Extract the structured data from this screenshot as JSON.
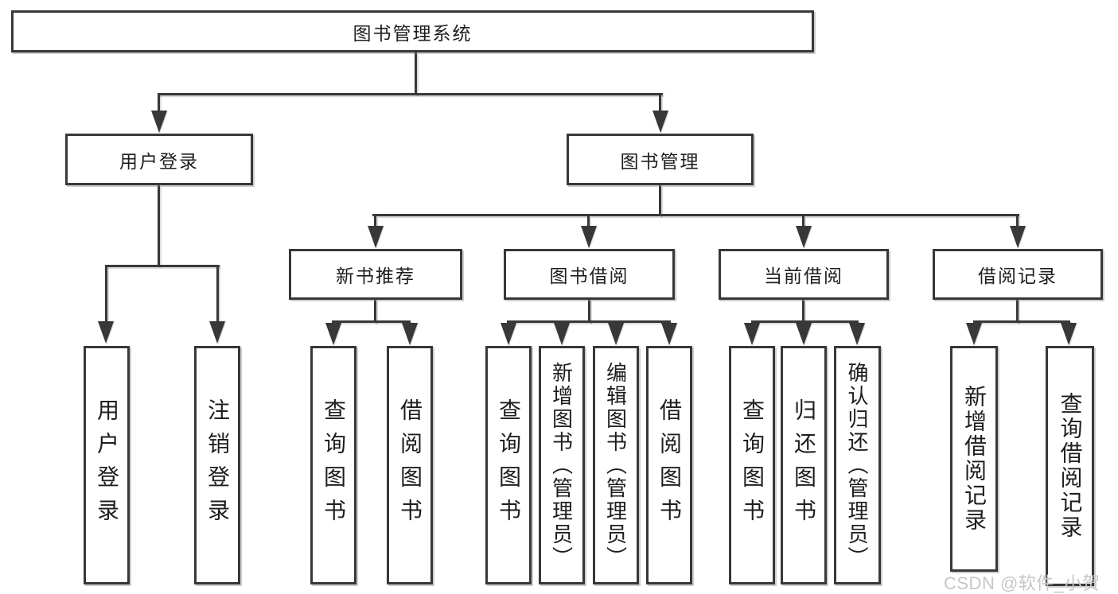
{
  "nodes": {
    "root": "图书管理系统",
    "level1": {
      "user_login": "用户登录",
      "book_mgmt": "图书管理"
    },
    "level2": {
      "new_books": "新书推荐",
      "book_borrow": "图书借阅",
      "current_borrow": "当前借阅",
      "borrow_records": "借阅记录"
    },
    "leaves": {
      "ul_login": "用户登录",
      "ul_logout": "注销登录",
      "nb_query": "查询图书",
      "nb_borrow": "借阅图书",
      "bb_query": "查询图书",
      "bb_add": "新增图书（管理员）",
      "bb_edit": "编辑图书（管理员）",
      "bb_borrow": "借阅图书",
      "cb_query": "查询图书",
      "cb_return": "归还图书",
      "cb_confirm": "确认归还（管理员）",
      "br_add": "新增借阅记录",
      "br_query": "查询借阅记录"
    }
  },
  "watermark": "CSDN @软件_小贺同学",
  "colors": {
    "line": "#383838",
    "text": "#1e1e1e",
    "watermark": "#c6c6c6",
    "background": "#ffffff"
  }
}
